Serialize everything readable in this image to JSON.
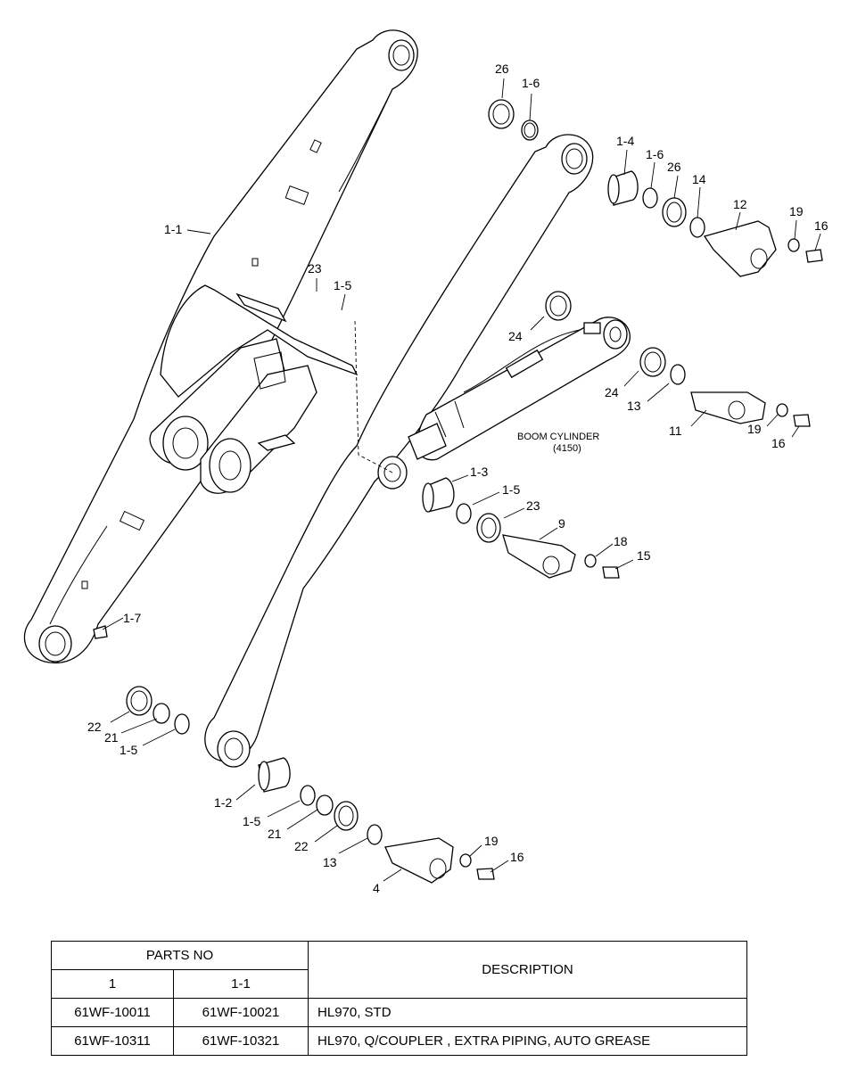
{
  "assembly": {
    "note_title": "BOOM CYLINDER",
    "note_code": "(4150)",
    "callouts": {
      "c_1_1": "1-1",
      "c_1_2": "1-2",
      "c_1_3": "1-3",
      "c_1_4": "1-4",
      "c_1_5a": "1-5",
      "c_1_5b": "1-5",
      "c_1_5c": "1-5",
      "c_1_5d": "1-5",
      "c_1_6a": "1-6",
      "c_1_6b": "1-6",
      "c_1_7": "1-7",
      "c_26a": "26",
      "c_26b": "26",
      "c_14": "14",
      "c_12": "12",
      "c_19a": "19",
      "c_19b": "19",
      "c_19c": "19",
      "c_16a": "16",
      "c_16b": "16",
      "c_16c": "16",
      "c_23a": "23",
      "c_23b": "23",
      "c_24a": "24",
      "c_24b": "24",
      "c_13a": "13",
      "c_13b": "13",
      "c_11": "11",
      "c_9": "9",
      "c_18": "18",
      "c_15": "15",
      "c_22a": "22",
      "c_22b": "22",
      "c_21a": "21",
      "c_21b": "21",
      "c_4": "4"
    }
  },
  "parts_table": {
    "header_group": "PARTS NO",
    "col_1": "1",
    "col_2": "1-1",
    "col_desc": "DESCRIPTION",
    "rows": [
      {
        "p1": "61WF-10011",
        "p2": "61WF-10021",
        "desc": "HL970, STD"
      },
      {
        "p1": "61WF-10311",
        "p2": "61WF-10321",
        "desc": "HL970, Q/COUPLER , EXTRA PIPING, AUTO GREASE"
      }
    ]
  }
}
